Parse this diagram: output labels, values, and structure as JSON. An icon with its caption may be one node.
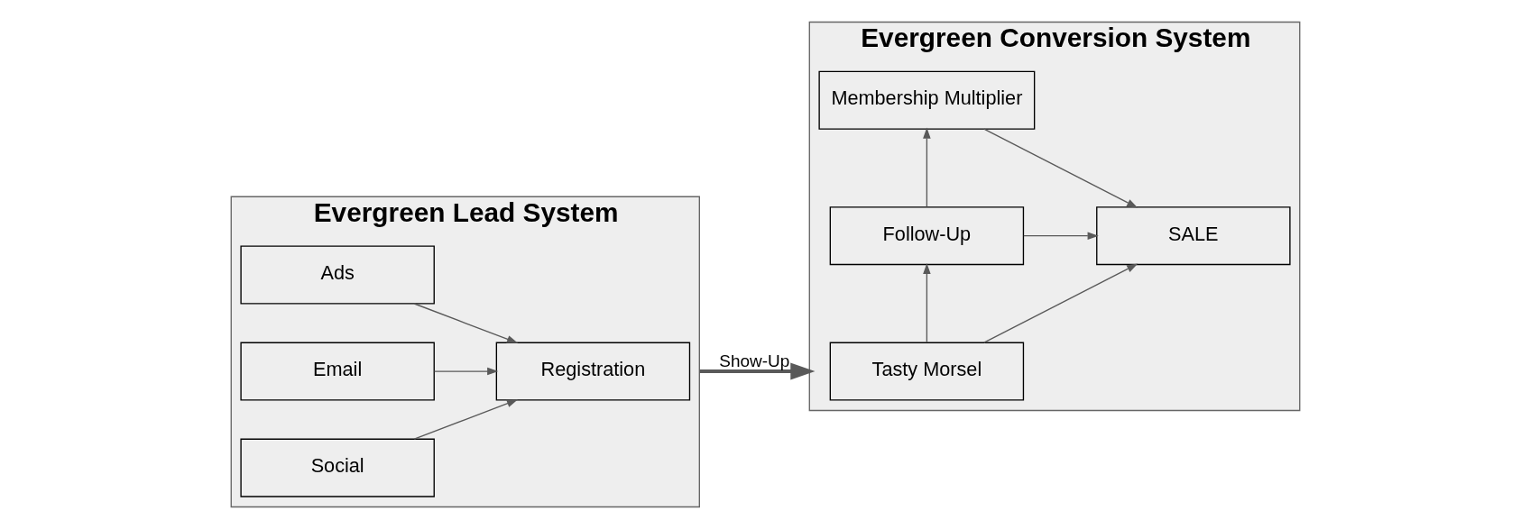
{
  "diagram": {
    "nodes": [
      {
        "text": [
          "Evergreen Lead System"
        ]
      },
      {
        "text": [
          "Ads"
        ],
        "in": 0
      },
      {
        "text": [
          "Email"
        ],
        "in": 0
      },
      {
        "text": [
          "Social"
        ],
        "in": 0
      },
      {
        "text": [
          "Registration"
        ],
        "in": 0
      },
      {
        "text": [
          "Evergreen Conversion System"
        ]
      },
      {
        "text": [
          "Tasty Morsel"
        ],
        "in": 5
      },
      {
        "text": [
          "SALE"
        ],
        "in": 5
      },
      {
        "text": [
          "Follow-Up"
        ],
        "in": 5
      },
      {
        "text": [
          "Membership Multiplier"
        ],
        "in": 5
      }
    ],
    "edges": [
      {
        "from": 1,
        "to": 4,
        "arrow": "to"
      },
      {
        "from": 2,
        "to": 4,
        "arrow": "to"
      },
      {
        "from": 3,
        "to": 4,
        "arrow": "to"
      },
      {
        "from": 0,
        "to": 5,
        "arrow": "to",
        "label": "Show-Up",
        "style": "thick"
      },
      {
        "from": 6,
        "to": 7,
        "arrow": "to"
      },
      {
        "from": 6,
        "to": 8,
        "arrow": "to"
      },
      {
        "from": 8,
        "to": 9,
        "arrow": "to"
      },
      {
        "from": 8,
        "to": 7,
        "arrow": "to"
      },
      {
        "from": 9,
        "to": 7,
        "arrow": "to"
      }
    ]
  }
}
